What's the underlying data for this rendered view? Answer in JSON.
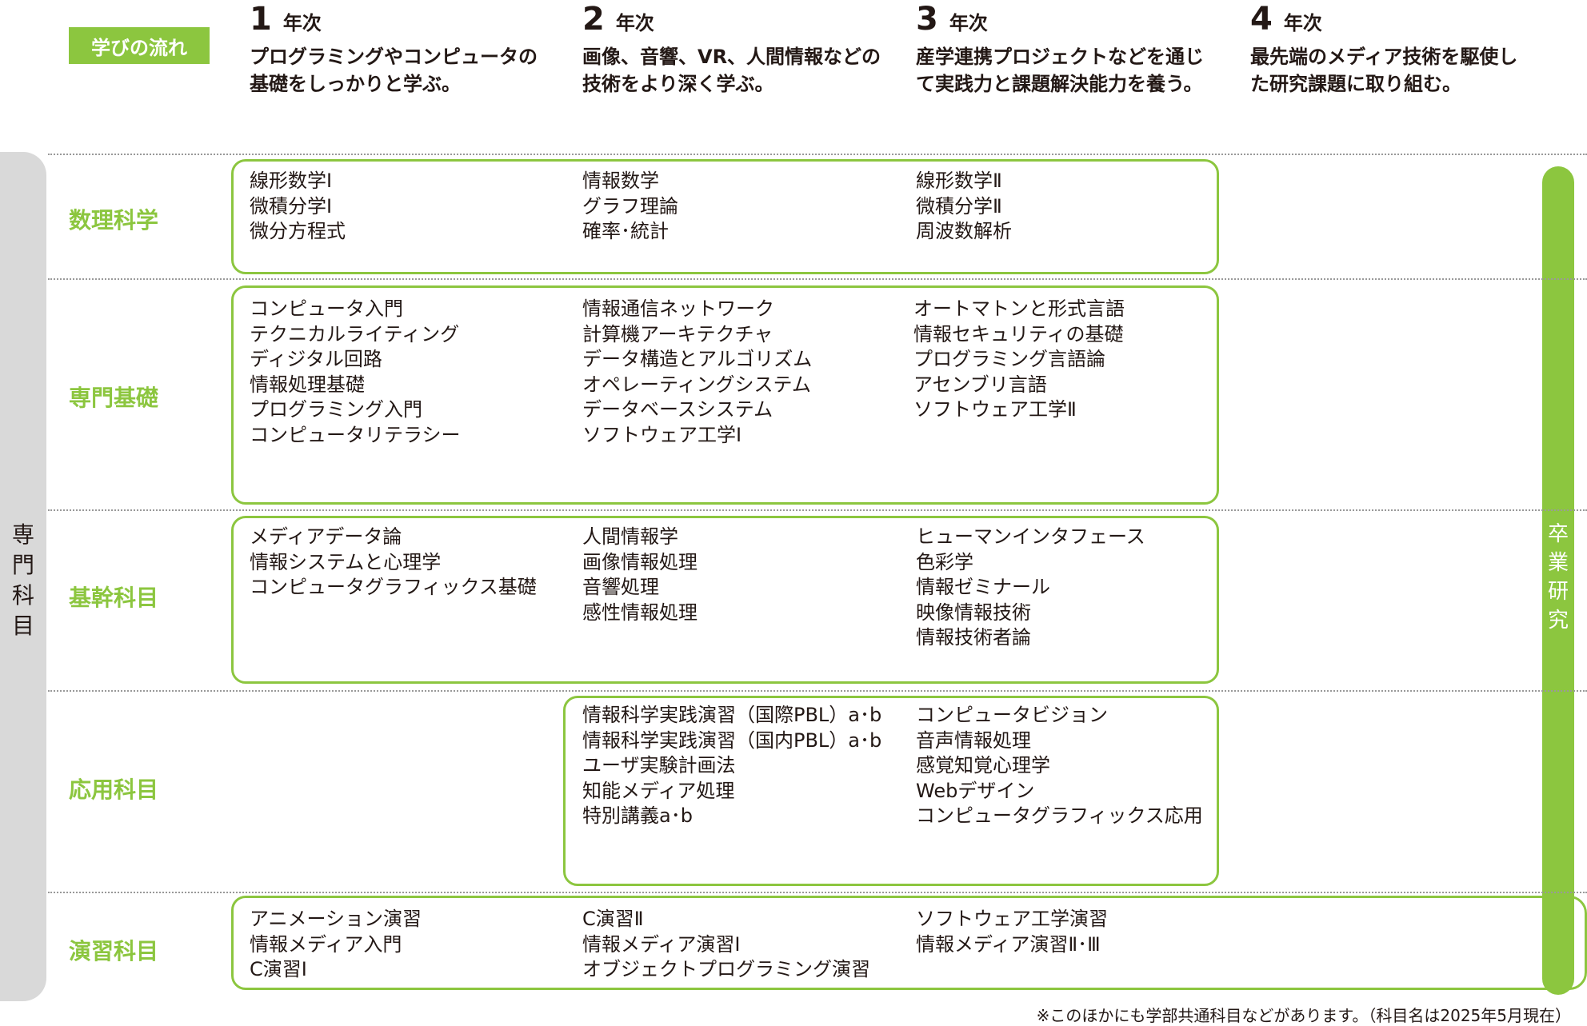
{
  "header": {
    "flow_label": "学びの流れ",
    "years": [
      {
        "num": "1",
        "label": "年次",
        "desc": "プログラミングやコンピュータの\n基礎をしっかりと学ぶ。"
      },
      {
        "num": "2",
        "label": "年次",
        "desc": "画像、音響、VR、人間情報などの\n技術をより深く学ぶ。"
      },
      {
        "num": "3",
        "label": "年次",
        "desc": "産学連携プロジェクトなどを通じ\nて実践力と課題解決能力を養う。"
      },
      {
        "num": "4",
        "label": "年次",
        "desc": "最先端のメディア技術を駆使し\nた研究課題に取り組む。"
      }
    ]
  },
  "side_labels": {
    "senmon": [
      "専",
      "門",
      "科",
      "目"
    ],
    "graduation": [
      "卒",
      "業",
      "研",
      "究"
    ]
  },
  "categories": [
    {
      "name": "数理科学",
      "col1": [
        "線形数学Ⅰ",
        "微積分学Ⅰ",
        "微分方程式"
      ],
      "col2": [
        "情報数学",
        "グラフ理論",
        "確率･統計"
      ],
      "col3": [
        "線形数学Ⅱ",
        "微積分学Ⅱ",
        "周波数解析"
      ]
    },
    {
      "name": "専門基礎",
      "col1": [
        "コンピュータ入門",
        "テクニカルライティング",
        "ディジタル回路",
        "情報処理基礎",
        "プログラミング入門",
        "コンピュータリテラシー"
      ],
      "col2": [
        "情報通信ネットワーク",
        "計算機アーキテクチャ",
        "データ構造とアルゴリズム",
        "オペレーティングシステム",
        "データベースシステム",
        "ソフトウェア工学Ⅰ"
      ],
      "col3": [
        "オートマトンと形式言語",
        "情報セキュリティの基礎",
        "プログラミング言語論",
        "アセンブリ言語",
        "ソフトウェア工学Ⅱ"
      ]
    },
    {
      "name": "基幹科目",
      "col1": [
        "メディアデータ論",
        "情報システムと心理学",
        "コンピュータグラフィックス基礎"
      ],
      "col2": [
        "人間情報学",
        "画像情報処理",
        "音響処理",
        "感性情報処理"
      ],
      "col3": [
        "ヒューマンインタフェース",
        "色彩学",
        "情報ゼミナール",
        "映像情報技術",
        "情報技術者論"
      ]
    },
    {
      "name": "応用科目",
      "col1": [],
      "col2": [
        "情報科学実践演習（国際PBL）a･b",
        "情報科学実践演習（国内PBL）a･b",
        "ユーザ実験計画法",
        "知能メディア処理",
        "特別講義a･b"
      ],
      "col3": [
        "コンピュータビジョン",
        "音声情報処理",
        "感覚知覚心理学",
        "Webデザイン",
        "コンピュータグラフィックス応用"
      ]
    },
    {
      "name": "演習科目",
      "col1": [
        "アニメーション演習",
        "情報メディア入門",
        "C演習Ⅰ"
      ],
      "col2": [
        "C演習Ⅱ",
        "情報メディア演習Ⅰ",
        "オブジェクトプログラミング演習"
      ],
      "col3": [
        "ソフトウェア工学演習",
        "情報メディア演習Ⅱ･Ⅲ"
      ]
    }
  ],
  "footnote": "※このほかにも学部共通科目などがあります。（科目名は2025年5月現在）",
  "colors": {
    "accent": "#8cc63f",
    "side_bar": "#d9d9d9"
  }
}
